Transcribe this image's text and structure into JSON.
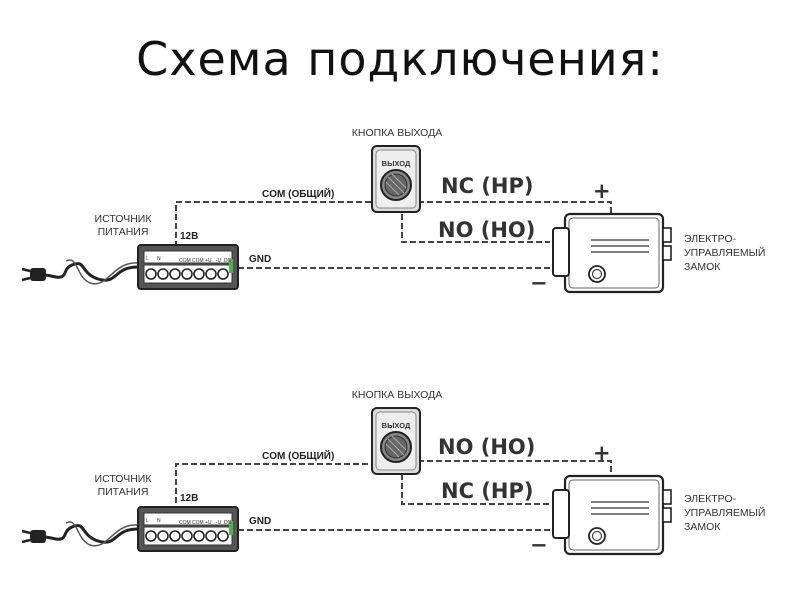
{
  "title": "Схема подключения:",
  "labels": {
    "exit_button": "КНОПКА ВЫХОДА",
    "button_face": "ВЫХОД",
    "com": "COM (ОБЩИЙ)",
    "v12": "12В",
    "gnd": "GND",
    "power_line1": "ИСТОЧНИК",
    "power_line2": "ПИТАНИЯ",
    "lock_line1": "ЭЛЕКТРО-",
    "lock_line2": "УПРАВЛЯЕМЫЙ",
    "lock_line3": "ЗАМОК",
    "plus": "+",
    "minus": "−",
    "psu_l": "L",
    "psu_n": "N",
    "psu_com1": "COM",
    "psu_com2": "COM",
    "psu_plus": "+U",
    "psu_minus": "-U",
    "psu_dc": "DC"
  },
  "diagrams": [
    {
      "upper_contact": "NC (НР)",
      "lower_contact": "NO (НО)"
    },
    {
      "upper_contact": "NO (НО)",
      "lower_contact": "NC (НР)"
    }
  ]
}
